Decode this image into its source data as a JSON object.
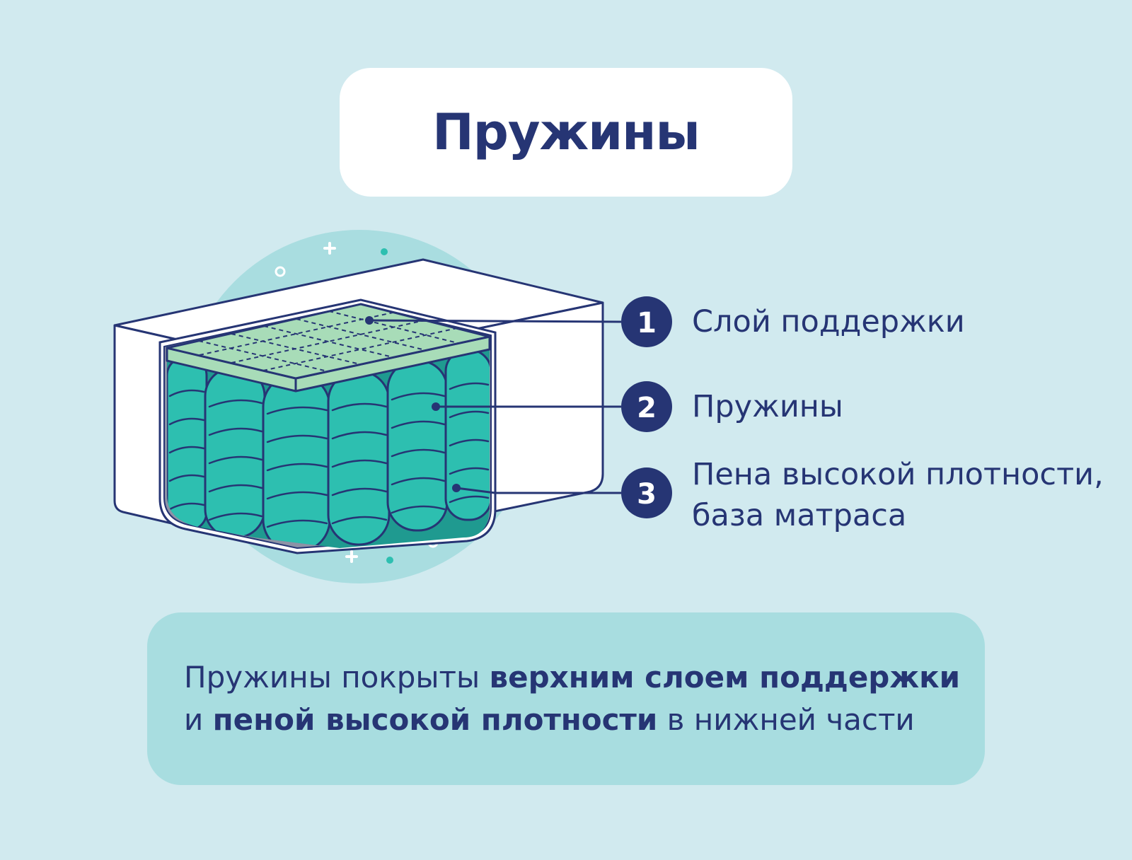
{
  "title": "Пружины",
  "legend": [
    {
      "number": "1",
      "label": "Слой поддержки"
    },
    {
      "number": "2",
      "label": "Пружины"
    },
    {
      "number": "3",
      "label_line1": "Пена высокой плотности,",
      "label_line2": "база матраса"
    }
  ],
  "note": {
    "part1": "Пружины покрыты ",
    "bold1": "верхним слоем поддержки",
    "part2": "и ",
    "bold2": "пеной высокой плотности",
    "part3": " в нижней части"
  },
  "colors": {
    "background": "#d1eaef",
    "navy": "#263574",
    "spring_teal": "#2dbfb0",
    "support_layer": "#a8dcb8",
    "note_box": "#a8dde0",
    "circle_bg": "#a9dde0"
  },
  "icons": [
    "plus-icon",
    "dot-icon",
    "ring-icon"
  ]
}
